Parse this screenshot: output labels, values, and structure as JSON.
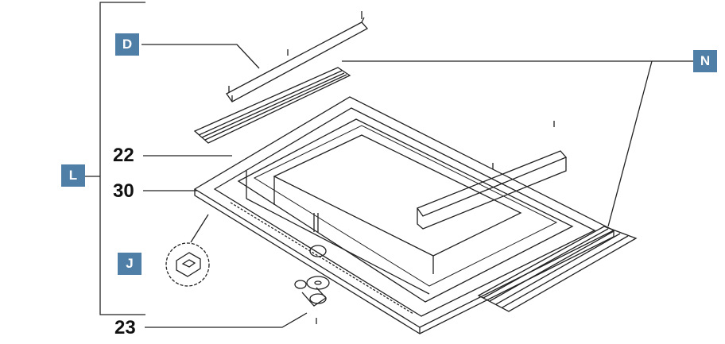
{
  "callouts": {
    "letters": {
      "d": "D",
      "n": "N",
      "l": "L",
      "j": "J"
    },
    "numbers": {
      "n22": "22",
      "n30": "30",
      "n23": "23"
    }
  },
  "colors": {
    "callout_box": "#4f7fa6",
    "line_art": "#222222"
  }
}
